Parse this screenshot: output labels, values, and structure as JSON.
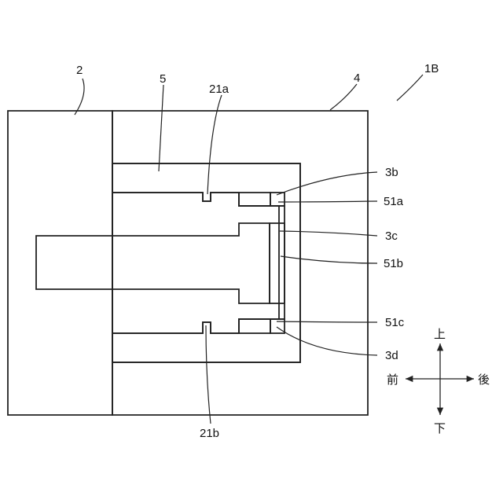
{
  "figure": {
    "assembly_label": "1B",
    "labels": {
      "ref_2": "2",
      "ref_5": "5",
      "ref_21a": "21a",
      "ref_4": "4",
      "ref_3b": "3b",
      "ref_51a": "51a",
      "ref_3c": "3c",
      "ref_51b": "51b",
      "ref_51c": "51c",
      "ref_3d": "3d",
      "ref_21b": "21b"
    }
  },
  "directions": {
    "up": "上",
    "down": "下",
    "front": "前",
    "back": "後"
  }
}
